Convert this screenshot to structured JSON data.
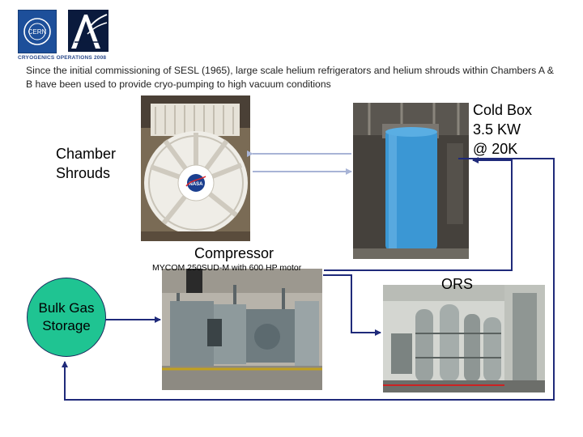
{
  "header": {
    "logo_caption": "CRYOGENICS OPERATIONS 2008",
    "intro": "Since the initial commissioning of SESL (1965), large scale helium refrigerators and helium shrouds within Chambers A & B have been used to provide cryo-pumping to high vacuum conditions"
  },
  "labels": {
    "chamber_shrouds_line1": "Chamber",
    "chamber_shrouds_line2": "Shrouds",
    "cold_box_line1": "Cold Box",
    "cold_box_line2": "3.5  KW",
    "cold_box_line3": "@ 20K",
    "compressor": "Compressor",
    "compressor_spec": "MYCOM 250SUD-M with 600 HP motor",
    "ors": "ORS",
    "bulk_gas_line1": "Bulk Gas",
    "bulk_gas_line2": "Storage"
  },
  "colors": {
    "flow_arrow_dark": "#1f2a7a",
    "flow_arrow_light": "#a8b4d6",
    "bulk_gas_fill": "#1fc492"
  },
  "icons": {
    "cern_logo": "cern-logo",
    "cryogenics_logo": "cryogenics-logo",
    "nasa_logo": "nasa-logo"
  }
}
